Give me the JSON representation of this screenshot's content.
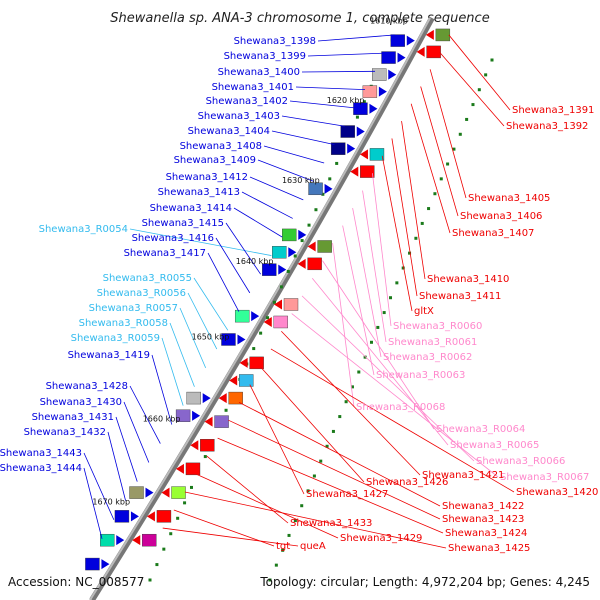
{
  "title": "Shewanella sp. ANA-3 chromosome 1, complete sequence",
  "footer": {
    "accession": "Accession: NC_008577",
    "summary": "Topology: circular; Length: 4,972,204 bp; Genes: 4,245"
  },
  "colors": {
    "left_gene": "#0000dd",
    "right_gene": "#ee0000",
    "rna_left": "#33bbee",
    "rna_right": "#ff88cc",
    "backbone": "#888888"
  },
  "ticks": [
    "1610 kbp",
    "1620 kbp",
    "1630 kbp",
    "1640 kbp",
    "1650 kbp",
    "1660 kbp",
    "1670 kbp"
  ],
  "left_labels": [
    {
      "text": "Shewana3_1398",
      "kind": "gene"
    },
    {
      "text": "Shewana3_1399",
      "kind": "gene"
    },
    {
      "text": "Shewana3_1400",
      "kind": "gene"
    },
    {
      "text": "Shewana3_1401",
      "kind": "gene"
    },
    {
      "text": "Shewana3_1402",
      "kind": "gene"
    },
    {
      "text": "Shewana3_1403",
      "kind": "gene"
    },
    {
      "text": "Shewana3_1404",
      "kind": "gene"
    },
    {
      "text": "Shewana3_1408",
      "kind": "gene"
    },
    {
      "text": "Shewana3_1409",
      "kind": "gene"
    },
    {
      "text": "Shewana3_1412",
      "kind": "gene"
    },
    {
      "text": "Shewana3_1413",
      "kind": "gene"
    },
    {
      "text": "Shewana3_1414",
      "kind": "gene"
    },
    {
      "text": "Shewana3_R0054",
      "kind": "rna"
    },
    {
      "text": "Shewana3_1415",
      "kind": "gene"
    },
    {
      "text": "Shewana3_1416",
      "kind": "gene"
    },
    {
      "text": "Shewana3_1417",
      "kind": "gene"
    },
    {
      "text": "Shewana3_R0055",
      "kind": "rna"
    },
    {
      "text": "Shewana3_R0056",
      "kind": "rna"
    },
    {
      "text": "Shewana3_R0057",
      "kind": "rna"
    },
    {
      "text": "Shewana3_R0058",
      "kind": "rna"
    },
    {
      "text": "Shewana3_R0059",
      "kind": "rna"
    },
    {
      "text": "Shewana3_1419",
      "kind": "gene"
    },
    {
      "text": "Shewana3_1428",
      "kind": "gene"
    },
    {
      "text": "Shewana3_1430",
      "kind": "gene"
    },
    {
      "text": "Shewana3_1431",
      "kind": "gene"
    },
    {
      "text": "Shewana3_1432",
      "kind": "gene"
    },
    {
      "text": "Shewana3_1443",
      "kind": "gene"
    },
    {
      "text": "Shewana3_1444",
      "kind": "gene"
    }
  ],
  "right_labels": [
    {
      "text": "Shewana3_1391",
      "kind": "gene"
    },
    {
      "text": "Shewana3_1392",
      "kind": "gene"
    },
    {
      "text": "Shewana3_1405",
      "kind": "gene"
    },
    {
      "text": "Shewana3_1406",
      "kind": "gene"
    },
    {
      "text": "Shewana3_1407",
      "kind": "gene"
    },
    {
      "text": "Shewana3_1410",
      "kind": "gene"
    },
    {
      "text": "Shewana3_1411",
      "kind": "gene"
    },
    {
      "text": "gltX",
      "kind": "gene"
    },
    {
      "text": "Shewana3_R0060",
      "kind": "rna"
    },
    {
      "text": "Shewana3_R0061",
      "kind": "rna"
    },
    {
      "text": "Shewana3_R0062",
      "kind": "rna"
    },
    {
      "text": "Shewana3_R0063",
      "kind": "rna"
    },
    {
      "text": "Shewana3_R0068",
      "kind": "rna"
    },
    {
      "text": "Shewana3_R0064",
      "kind": "rna"
    },
    {
      "text": "Shewana3_R0065",
      "kind": "rna"
    },
    {
      "text": "Shewana3_R0066",
      "kind": "rna"
    },
    {
      "text": "Shewana3_R0067",
      "kind": "rna"
    },
    {
      "text": "Shewana3_1421",
      "kind": "gene"
    },
    {
      "text": "Shewana3_1420",
      "kind": "gene"
    },
    {
      "text": "Shewana3_1426",
      "kind": "gene"
    },
    {
      "text": "Shewana3_1427",
      "kind": "gene"
    },
    {
      "text": "Shewana3_1422",
      "kind": "gene"
    },
    {
      "text": "Shewana3_1423",
      "kind": "gene"
    },
    {
      "text": "Shewana3_1424",
      "kind": "gene"
    },
    {
      "text": "Shewana3_1433",
      "kind": "gene"
    },
    {
      "text": "Shewana3_1429",
      "kind": "gene"
    },
    {
      "text": "Shewana3_1425",
      "kind": "gene"
    },
    {
      "text": "tgt",
      "kind": "gene"
    },
    {
      "text": "queA",
      "kind": "gene"
    }
  ]
}
